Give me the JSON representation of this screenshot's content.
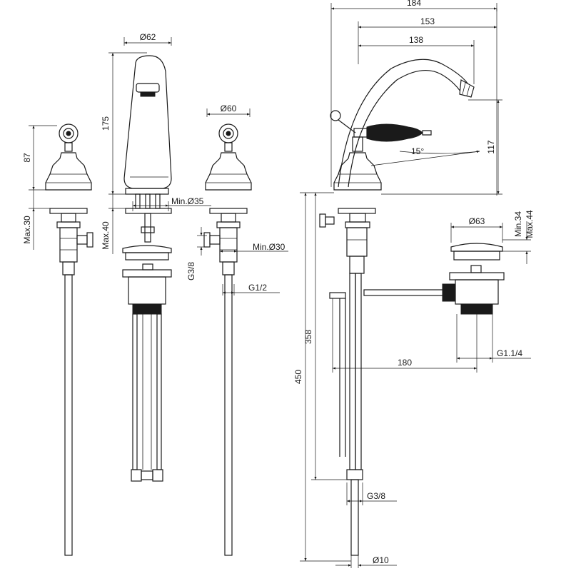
{
  "dimensions": {
    "d62": "Ø62",
    "d60": "Ø60",
    "d63": "Ø63",
    "d10": "Ø10",
    "h175": "175",
    "h87": "87",
    "max30": "Max.30",
    "max40": "Max.40",
    "min35": "Min.Ø35",
    "min30": "Min.Ø30",
    "g38_left": "G3/8",
    "g12": "G1/2",
    "w184": "184",
    "w153": "153",
    "w138": "138",
    "h117": "117",
    "angle15": "15°",
    "min34": "Min.34",
    "max44": "Max.44",
    "h450": "450",
    "h358": "358",
    "w180": "180",
    "g114": "G1.1/4",
    "g38_right": "G3/8"
  }
}
